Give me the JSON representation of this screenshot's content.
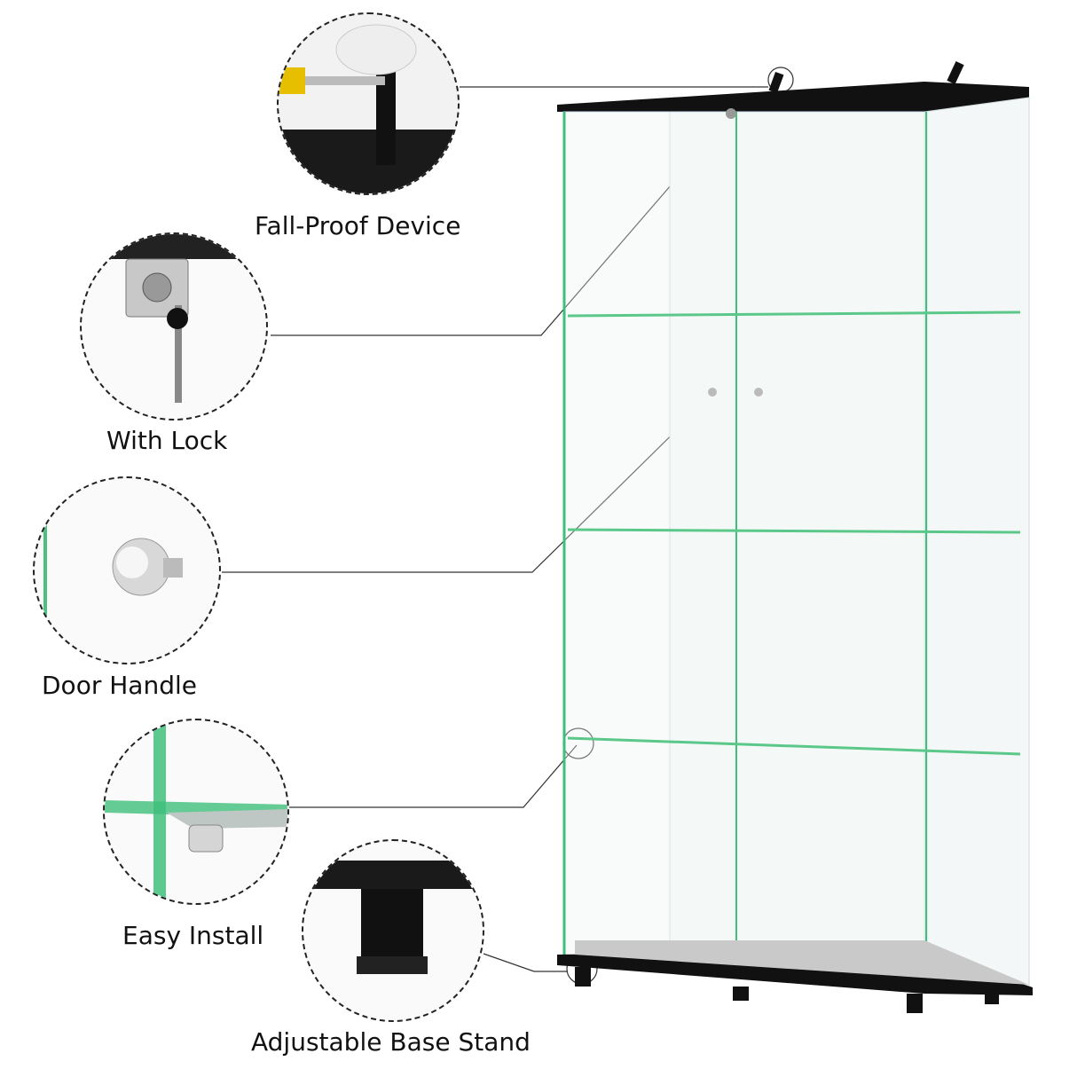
{
  "features": [
    {
      "id": "fall-proof",
      "label": "Fall-Proof Device"
    },
    {
      "id": "lock",
      "label": "With Lock"
    },
    {
      "id": "handle",
      "label": "Door Handle"
    },
    {
      "id": "install",
      "label": "Easy Install"
    },
    {
      "id": "base",
      "label": "Adjustable Base Stand"
    }
  ],
  "colors": {
    "glass_edge": "#3fbf7a",
    "frame": "#111111",
    "line": "#333333"
  }
}
